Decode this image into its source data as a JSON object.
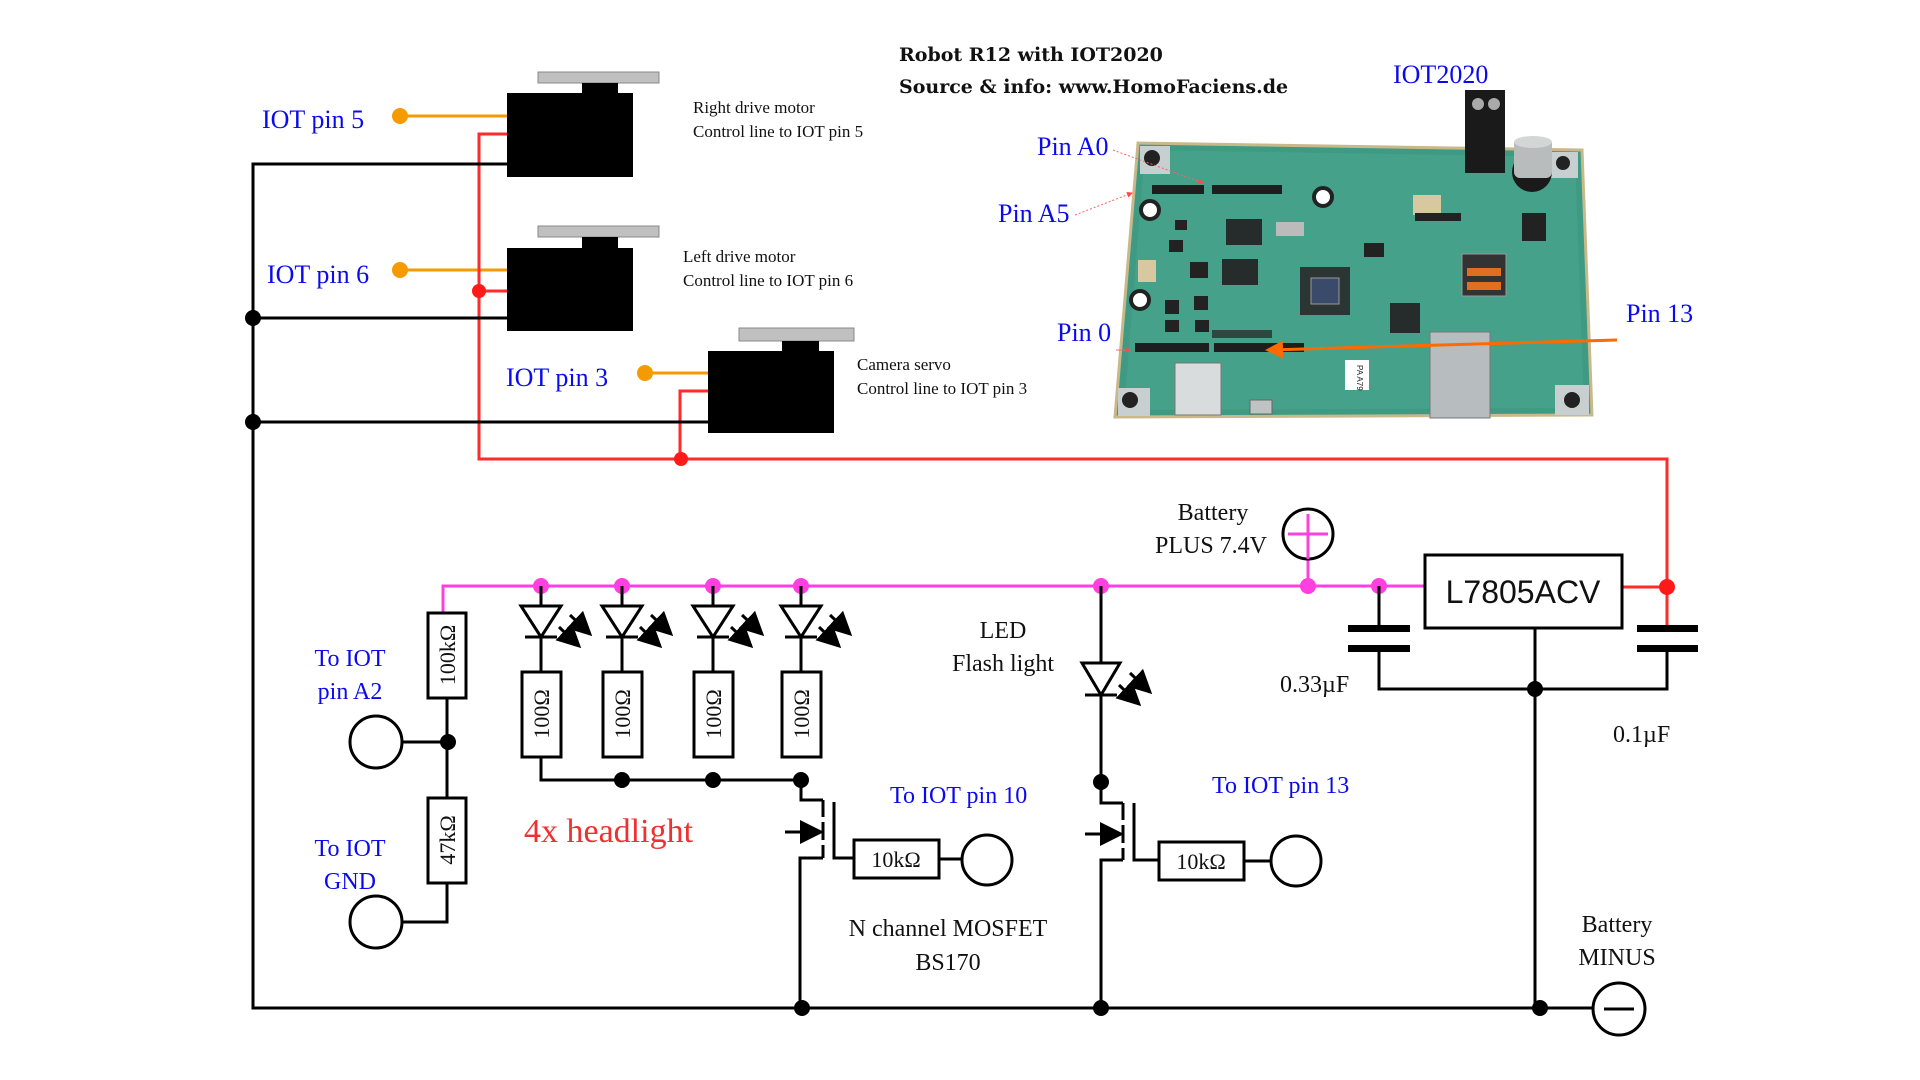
{
  "title": {
    "line1": "Robot R12 with IOT2020",
    "line2": "Source & info: www.HomoFaciens.de"
  },
  "board": {
    "label": "IOT2020",
    "pins": {
      "a0": "Pin A0",
      "a5": "Pin A5",
      "p0": "Pin 0",
      "p13": "Pin 13"
    },
    "silk_mark": "PA A79"
  },
  "motors": [
    {
      "pin_label": "IOT pin 5",
      "name": "Right drive motor",
      "desc": "Control line to IOT pin 5"
    },
    {
      "pin_label": "IOT pin 6",
      "name": "Left drive motor",
      "desc": "Control line to IOT pin 6"
    },
    {
      "pin_label": "IOT pin 3",
      "name": "Camera servo",
      "desc": "Control line to IOT pin 3"
    }
  ],
  "battery": {
    "plus_line1": "Battery",
    "plus_line2": "PLUS 7.4V",
    "minus_line1": "Battery",
    "minus_line2": "MINUS"
  },
  "regulator": {
    "label": "L7805ACV",
    "cap_in": "0.33µF",
    "cap_out": "0.1µF"
  },
  "divider": {
    "r_top": "100kΩ",
    "r_bottom": "47kΩ",
    "a2_line1": "To IOT",
    "a2_line2": "pin A2",
    "gnd_line1": "To IOT",
    "gnd_line2": "GND"
  },
  "headlights": {
    "resistors": [
      "100Ω",
      "100Ω",
      "100Ω",
      "100Ω"
    ],
    "label": "4x headlight",
    "gate_resistor": "10kΩ",
    "gate_label": "To IOT pin 10"
  },
  "flashlight": {
    "line1": "LED",
    "line2": "Flash light",
    "gate_resistor": "10kΩ",
    "gate_label": "To IOT pin 13"
  },
  "mosfet": {
    "line1": "N channel MOSFET",
    "line2": "BS170"
  },
  "colors": {
    "signal": "#f59a00",
    "plus5v": "#ff2a2a",
    "battery_plus": "#ff3fe0",
    "ground": "#000000",
    "label_blue": "#0a0aee",
    "headlight_label": "#f03030"
  }
}
